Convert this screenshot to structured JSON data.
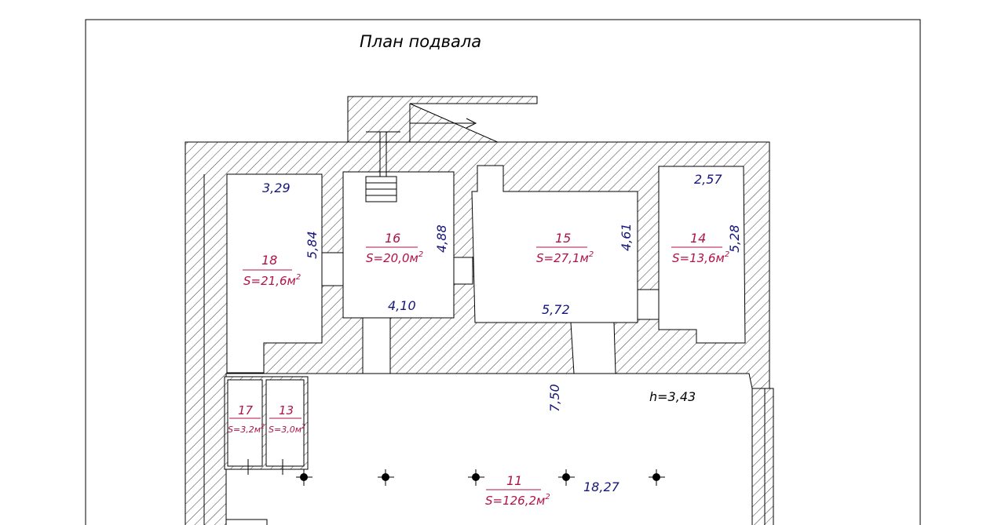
{
  "title": "План подвала",
  "ceiling_height": "h=3,43",
  "rooms": [
    {
      "id": "18",
      "number": "18",
      "area": "S=21,6м",
      "width": "3,29",
      "length": "5,84"
    },
    {
      "id": "16",
      "number": "16",
      "area": "S=20,0м",
      "width": "4,10",
      "length": "4,88"
    },
    {
      "id": "15",
      "number": "15",
      "area": "S=27,1м",
      "width": "5,72",
      "length": "4,61"
    },
    {
      "id": "14",
      "number": "14",
      "area": "S=13,6м",
      "width": "2,57",
      "length": "5,28"
    },
    {
      "id": "17",
      "number": "17",
      "area": "S=3,2м"
    },
    {
      "id": "13",
      "number": "13",
      "area": "S=3,0м"
    },
    {
      "id": "11",
      "number": "11",
      "area": "S=126,2м",
      "width": "18,27",
      "length": "7,50"
    }
  ],
  "area_unit_power": "2"
}
